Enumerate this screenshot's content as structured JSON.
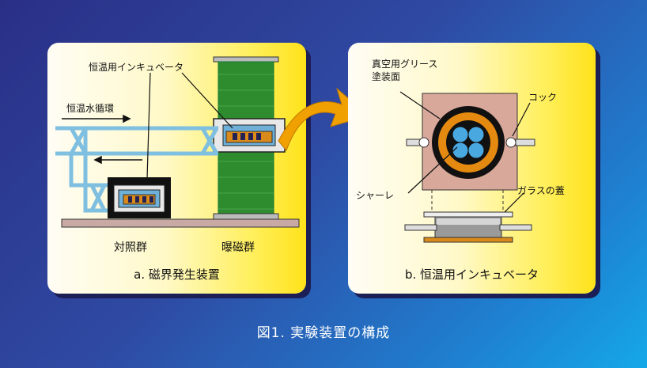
{
  "panel_a": {
    "title": "a. 磁界発生装置",
    "incubator_label": "恒温用インキュベータ",
    "water_label": "恒温水循環",
    "control_label": "対照群",
    "exposure_label": "曝磁群"
  },
  "panel_b": {
    "title": "b. 恒温用インキュベータ",
    "grease_label_line1": "真空用グリース",
    "grease_label_line2": "塗装面",
    "cock_label": "コック",
    "dish_label": "シャーレ",
    "lid_label": "ガラスの蓋"
  },
  "caption": "図1. 実験装置の構成",
  "colors": {
    "pipe": "#7fbfe0",
    "coil": "#2e8b2e",
    "copper": "#d98a1a",
    "arrow": "#f0a000",
    "plate": "#d8a89a"
  }
}
